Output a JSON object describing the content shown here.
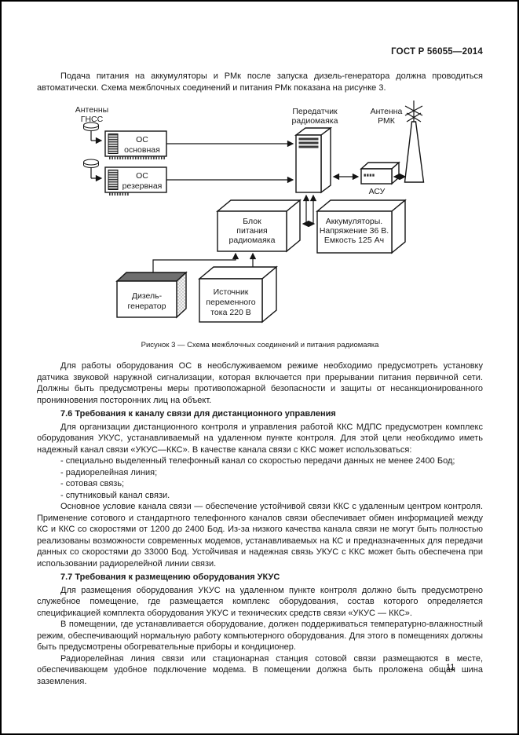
{
  "page": {
    "header": "ГОСТ Р 56055—2014",
    "page_number": "11"
  },
  "intro_paragraph": "Подача питания на аккумуляторы и РМк после запуска дизель-генератора должна проводиться автоматически. Схема межблочных соединений и питания РМк показана на рисунке 3.",
  "figure": {
    "caption": "Рисунок 3 — Схема межблочных соединений и питания радиомаяка",
    "labels": {
      "gnss_antennas": [
        "Антенны",
        "ГНСС"
      ],
      "os_main": [
        "ОС",
        "основная"
      ],
      "os_reserve": [
        "ОС",
        "резервная"
      ],
      "transmitter": [
        "Передатчик",
        "радиомаяка"
      ],
      "rmk_antenna": [
        "Антенна",
        "РМК"
      ],
      "asu": "АСУ",
      "power_unit": [
        "Блок",
        "питания",
        "радиомаяка"
      ],
      "batteries": [
        "Аккумуляторы.",
        "Напряжение 36 В.",
        "Емкость 125 Ач"
      ],
      "diesel": [
        "Дизель-",
        "генератор"
      ],
      "ac_source": [
        "Источник",
        "переменного",
        "тока 220 В"
      ]
    }
  },
  "sections": {
    "p_os_unattended": "Для работы оборудования ОС в необслуживаемом режиме необходимо предусмотреть установку датчика звуковой наружной сигнализации, которая включается при прерывании питания первичной сети. Должны быть предусмотрены меры противопожарной безопасности и защиты от несанкционированного проникновения посторонних лиц на объект.",
    "h76": "7.6 Требования к каналу связи для дистанционного управления",
    "p76_intro": "Для организации дистанционного контроля и управления работой ККС МДПС предусмотрен комплекс оборудования УКУС, устанавливаемый на удаленном пункте контроля. Для этой цели необходимо иметь надежный канал связи «УКУС—ККС». В качестве канала связи с ККС может использоваться:",
    "bullets": [
      "- специально выделенный телефонный канал со скоростью передачи данных не менее 2400 Бод;",
      "- радиорелейная линия;",
      "- сотовая связь;",
      "- спутниковый канал связи."
    ],
    "p76_main": "Основное условие канала связи — обеспечение устойчивой связи ККС с удаленным центром контроля. Применение сотового и стандартного телефонного каналов связи обеспечивает обмен информацией между КС и ККС со скоростями от 1200 до 2400 Бод. Из-за низкого качества канала связи не могут быть полностью реализованы возможности современных модемов, устанавливаемых на КС и предназначенных для передачи данных со скоростями до 33000 Бод. Устойчивая и надежная связь УКУС с ККС может быть обеспечена при использовании радиорелейной линии связи.",
    "h77": "7.7 Требования к размещению оборудования УКУС",
    "p77_room": "Для размещения оборудования УКУС на удаленном пункте контроля должно быть предусмотрено служебное помещение, где размещается комплекс оборудования, состав которого определяется спецификацией комплекта оборудования УКУС и технических средств связи «УКУС — ККС».",
    "p77_climate": "В помещении, где устанавливается оборудование, должен поддерживаться температурно-влажностный режим, обеспечивающий нормальную работу компьютерного оборудования. Для этого в помещениях должны быть предусмотрены обогревательные приборы и кондиционер.",
    "p77_ground": "Радиорелейная линия связи или стационарная станция сотовой связи размещаются в месте, обеспечивающем удобное подключение модема. В помещении должна быть проложена общая шина заземления."
  }
}
